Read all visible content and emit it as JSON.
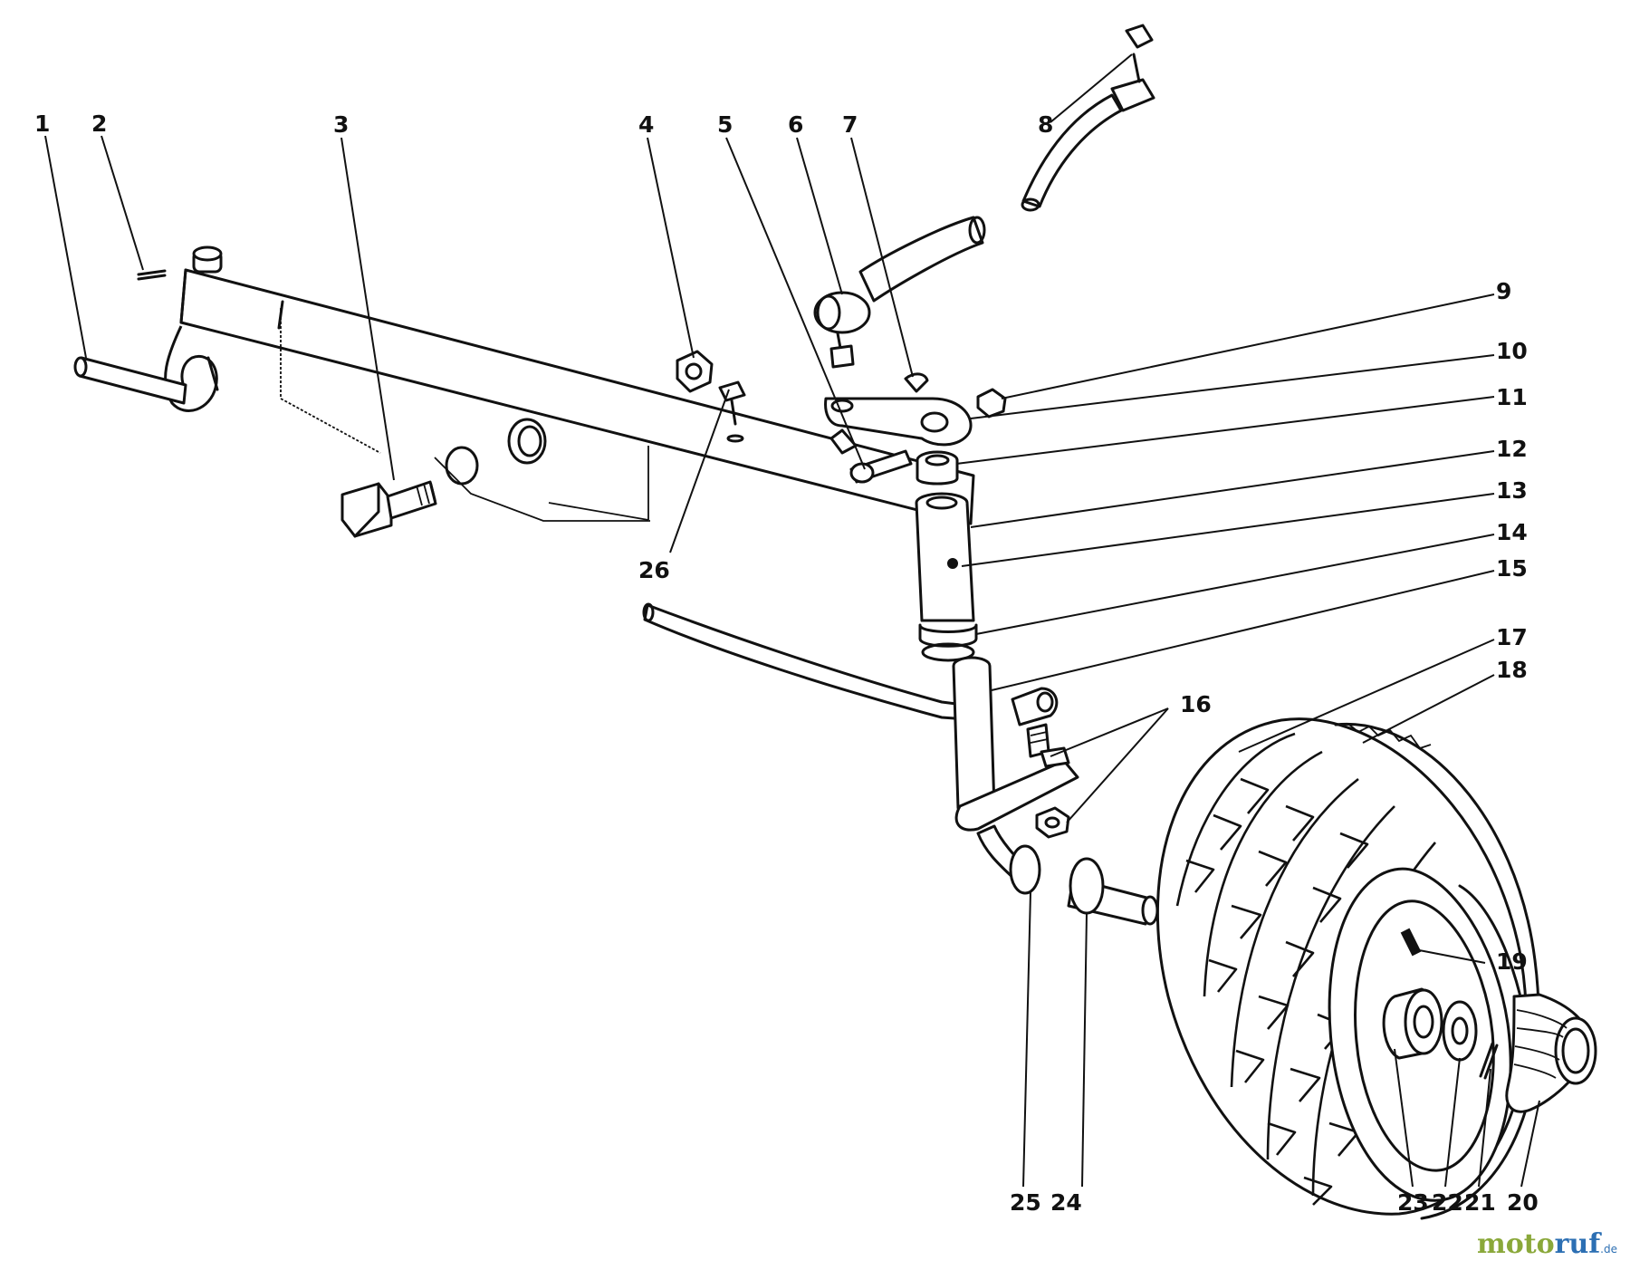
{
  "diagram": {
    "callouts": [
      {
        "id": "1",
        "label": "1"
      },
      {
        "id": "2",
        "label": "2"
      },
      {
        "id": "3",
        "label": "3"
      },
      {
        "id": "4",
        "label": "4"
      },
      {
        "id": "5",
        "label": "5"
      },
      {
        "id": "6",
        "label": "6"
      },
      {
        "id": "7",
        "label": "7"
      },
      {
        "id": "8",
        "label": "8"
      },
      {
        "id": "9",
        "label": "9"
      },
      {
        "id": "10",
        "label": "10"
      },
      {
        "id": "11",
        "label": "11"
      },
      {
        "id": "12",
        "label": "12"
      },
      {
        "id": "13",
        "label": "13"
      },
      {
        "id": "14",
        "label": "14"
      },
      {
        "id": "15",
        "label": "15"
      },
      {
        "id": "16",
        "label": "16"
      },
      {
        "id": "17",
        "label": "17"
      },
      {
        "id": "18",
        "label": "18"
      },
      {
        "id": "19",
        "label": "19"
      },
      {
        "id": "20",
        "label": "20"
      },
      {
        "id": "21",
        "label": "21"
      },
      {
        "id": "22",
        "label": "22"
      },
      {
        "id": "23",
        "label": "23"
      },
      {
        "id": "24",
        "label": "24"
      },
      {
        "id": "25",
        "label": "25"
      },
      {
        "id": "26",
        "label": "26"
      }
    ]
  },
  "watermark": {
    "part_a": "moto",
    "part_b": "ruf",
    "part_c": ".de"
  }
}
